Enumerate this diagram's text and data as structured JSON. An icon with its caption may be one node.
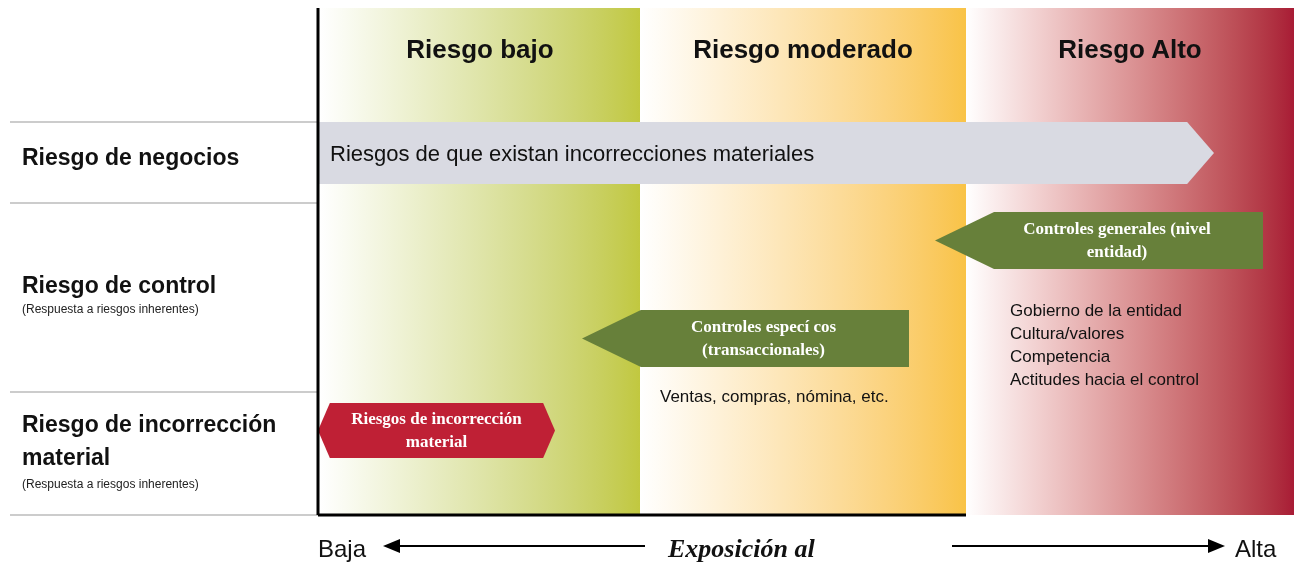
{
  "diagram": {
    "nodes": [
      {
        "text": [
          "Riesgos de que existan incorrecciones materiales"
        ]
      },
      {
        "text": [
          "Controles generales (nivel entidad)"
        ]
      },
      {
        "text": [
          "Controles especí cos (transaccionales)"
        ]
      },
      {
        "text": [
          "Riesgos de incorrección material"
        ]
      }
    ],
    "labels": [
      "Riesgo bajo",
      "Riesgo moderado",
      "Riesgo Alto",
      "Riesgo de negocios",
      "Riesgo de control",
      "(Respuesta a riesgos inherentes)",
      "Gobierno de la entidad",
      "Cultura/valores",
      "Competencia",
      "Actitudes hacia el control",
      "Ventas, compras, nómina, etc.",
      "Riesgo de incorrección material",
      "(Respuesta a riesgos inherentes)",
      "Baja",
      "Exposición al",
      "Alta"
    ]
  }
}
